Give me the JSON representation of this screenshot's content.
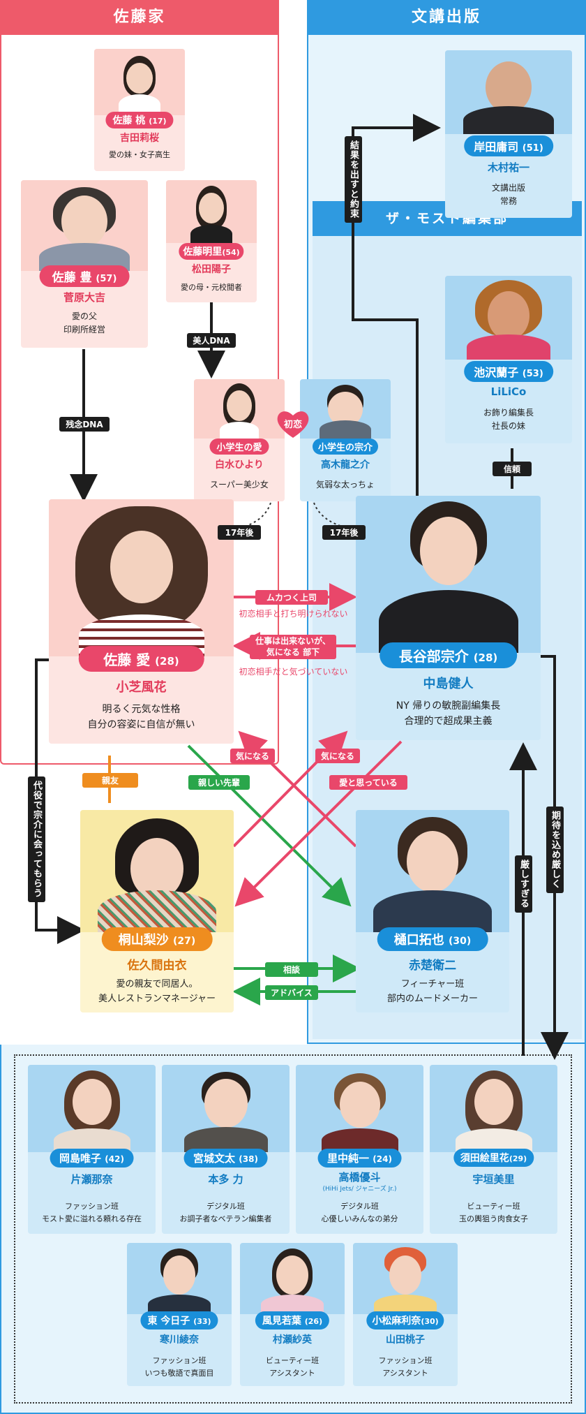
{
  "sections": {
    "sato": "佐藤家",
    "bunko": "文講出版",
    "most": "ザ・モスト編集部"
  },
  "colors": {
    "red": "#e9476a",
    "blue": "#1a8fd9",
    "orange": "#ef8d1f",
    "green": "#2aa64b",
    "pink_card": "#fde5e2",
    "blue_card": "#cfe9f8",
    "yellow_card": "#fdf4cf"
  },
  "people": {
    "momo": {
      "name": "佐藤 桃",
      "age": "(17)",
      "actor": "吉田莉桜",
      "desc": "愛の妹・女子高生"
    },
    "yutaka": {
      "name": "佐藤 豊",
      "age": "(57)",
      "actor": "菅原大吉",
      "desc1": "愛の父",
      "desc2": "印刷所経営"
    },
    "akari": {
      "name": "佐藤明里",
      "age": "(54)",
      "actor": "松田陽子",
      "desc": "愛の母・元校閲者"
    },
    "kishida": {
      "name": "岸田庸司",
      "age": "(51)",
      "actor": "木村祐一",
      "desc1": "文講出版",
      "desc2": "常務"
    },
    "ranko": {
      "name": "池沢蘭子",
      "age": "(53)",
      "actor": "LiLiCo",
      "desc1": "お飾り編集長",
      "desc2": "社長の妹"
    },
    "young_ai": {
      "name": "小学生の愛",
      "actor": "白水ひより",
      "desc": "スーパー美少女"
    },
    "young_sosuke": {
      "name": "小学生の宗介",
      "actor": "高木龍之介",
      "desc": "気弱な太っちょ"
    },
    "ai": {
      "name": "佐藤 愛",
      "age": "(28)",
      "actor": "小芝風花",
      "desc1": "明るく元気な性格",
      "desc2": "自分の容姿に自信が無い"
    },
    "sosuke": {
      "name": "長谷部宗介",
      "age": "(28)",
      "actor": "中島健人",
      "desc1": "NY 帰りの敏腕副編集長",
      "desc2": "合理的で超成果主義"
    },
    "risa": {
      "name": "桐山梨沙",
      "age": "(27)",
      "actor": "佐久間由衣",
      "desc1": "愛の親友で同居人。",
      "desc2": "美人レストランマネージャー"
    },
    "takuya": {
      "name": "樋口拓也",
      "age": "(30)",
      "actor": "赤楚衛二",
      "desc1": "フィーチャー班",
      "desc2": "部内のムードメーカー"
    },
    "yuiko": {
      "name": "岡島唯子",
      "age": "(42)",
      "actor": "片瀬那奈",
      "desc1": "ファッション班",
      "desc2": "モスト愛に溢れる頼れる存在"
    },
    "bunta": {
      "name": "宮城文太",
      "age": "(38)",
      "actor": "本多 力",
      "desc1": "デジタル班",
      "desc2": "お調子者なベテラン編集者"
    },
    "junichi": {
      "name": "里中純一",
      "age": "(24)",
      "actor": "高橋優斗",
      "actor_note": "(HiHi Jets/ ジャニーズ Jr.)",
      "desc1": "デジタル班",
      "desc2": "心優しいみんなの弟分"
    },
    "erika": {
      "name": "須田絵里花",
      "age": "(29)",
      "actor": "宇垣美里",
      "desc1": "ビューティー班",
      "desc2": "玉の輿狙う肉食女子"
    },
    "kyoko": {
      "name": "東 今日子",
      "age": "(33)",
      "actor": "寒川綾奈",
      "desc1": "ファッション班",
      "desc2": "いつも敬語で真面目"
    },
    "wakaba": {
      "name": "風見若葉",
      "age": "(26)",
      "actor": "村瀬紗英",
      "desc1": "ビューティー班",
      "desc2": "アシスタント"
    },
    "marina": {
      "name": "小松麻利奈",
      "age": "(30)",
      "actor": "山田桃子",
      "desc1": "ファッション班",
      "desc2": "アシスタント"
    }
  },
  "labels": {
    "result_promise": "結果を出すと約束",
    "bijin_dna": "美人DNA",
    "zannen_dna": "残念DNA",
    "hatsukoi": "初恋",
    "seventeen_later_1": "17年後",
    "seventeen_later_2": "17年後",
    "trust": "信頼",
    "mukatsuku": "ムカつく上司",
    "mukatsuku_note": "初恋相手と打ち明けられない",
    "shigoto1": "仕事は出来ないが、",
    "shigoto2": "気になる 部下",
    "shigoto_note": "初恋相手だと気づいていない",
    "shinyu": "親友",
    "shitashii": "親しい先輩",
    "kininaru1": "気になる",
    "kininaru2": "気になる",
    "ai_to_omou": "愛と思っている",
    "daiyaku": "代役で宗介に会ってもらう",
    "soudan": "相談",
    "advice": "アドバイス",
    "kibishisugiru": "厳しすぎる",
    "kitai": "期待を込め厳しく"
  }
}
